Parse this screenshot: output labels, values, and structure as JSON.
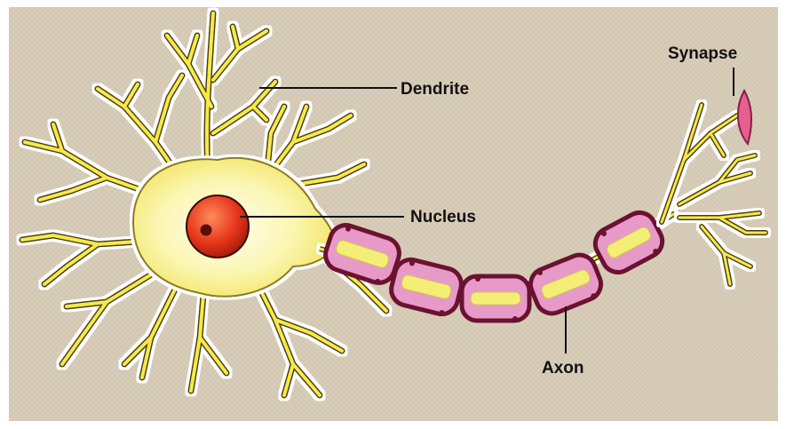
{
  "labels": {
    "dendrite": "Dendrite",
    "nucleus": "Nucleus",
    "axon": "Axon",
    "synapse": "Synapse"
  },
  "colors": {
    "background": "#d8cdb9",
    "cell_body": "#f7f08a",
    "cell_core": "#fffde6",
    "dendrite_outline": "#4a3a0c",
    "nucleus": "#e8381e",
    "nucleolus": "#5a0f06",
    "myelin_outer": "#6a1230",
    "myelin_fill": "#e79ac8",
    "axon_core": "#f4ee76",
    "synapse": "#e4608f"
  }
}
